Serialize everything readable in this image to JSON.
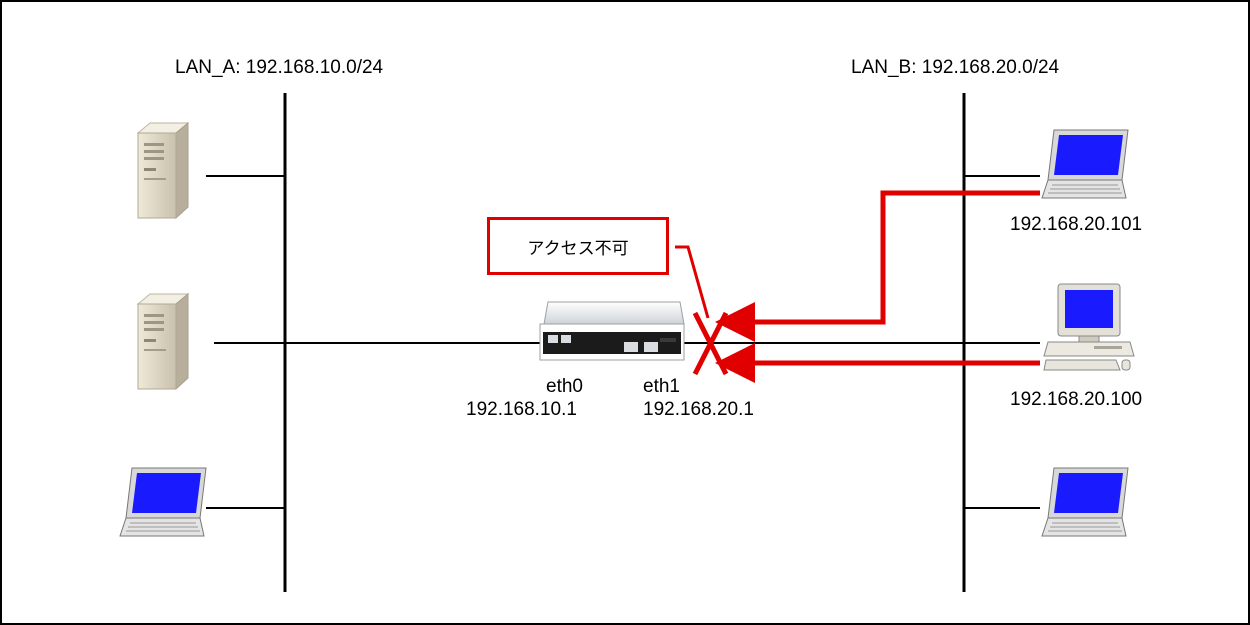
{
  "lan_a": {
    "label": "LAN_A: 192.168.10.0/24"
  },
  "lan_b": {
    "label": "LAN_B: 192.168.20.0/24"
  },
  "router": {
    "eth0_name": "eth0",
    "eth0_ip": "192.168.10.1",
    "eth1_name": "eth1",
    "eth1_ip": "192.168.20.1"
  },
  "hosts_b": {
    "laptop_top_ip": "192.168.20.101",
    "pc_ip": "192.168.20.100"
  },
  "blocked": {
    "label": "アクセス不可"
  },
  "colors": {
    "blocked": "#e00000",
    "screen": "#1a1aff",
    "line": "#000000"
  },
  "icons": {
    "server": "server-icon",
    "laptop": "laptop-icon",
    "desktop": "desktop-pc-icon",
    "router": "router-icon",
    "blocked_x": "x-mark-icon"
  }
}
